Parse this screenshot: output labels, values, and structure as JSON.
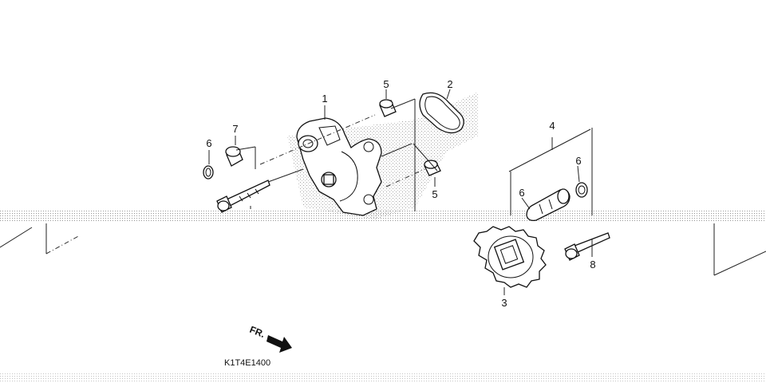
{
  "diagram": {
    "callouts": {
      "c1": "1",
      "c2": "2",
      "c3": "3",
      "c4": "4",
      "c5a": "5",
      "c5b": "5",
      "c6a": "6",
      "c6b": "6",
      "c6c": "6",
      "c7": "7",
      "c8": "8"
    },
    "front_indicator": "FR.",
    "diagram_code": "K1T4E1400"
  },
  "colors": {
    "line": "#111111",
    "background": "#ffffff",
    "stipple": "#9a9a9a"
  }
}
